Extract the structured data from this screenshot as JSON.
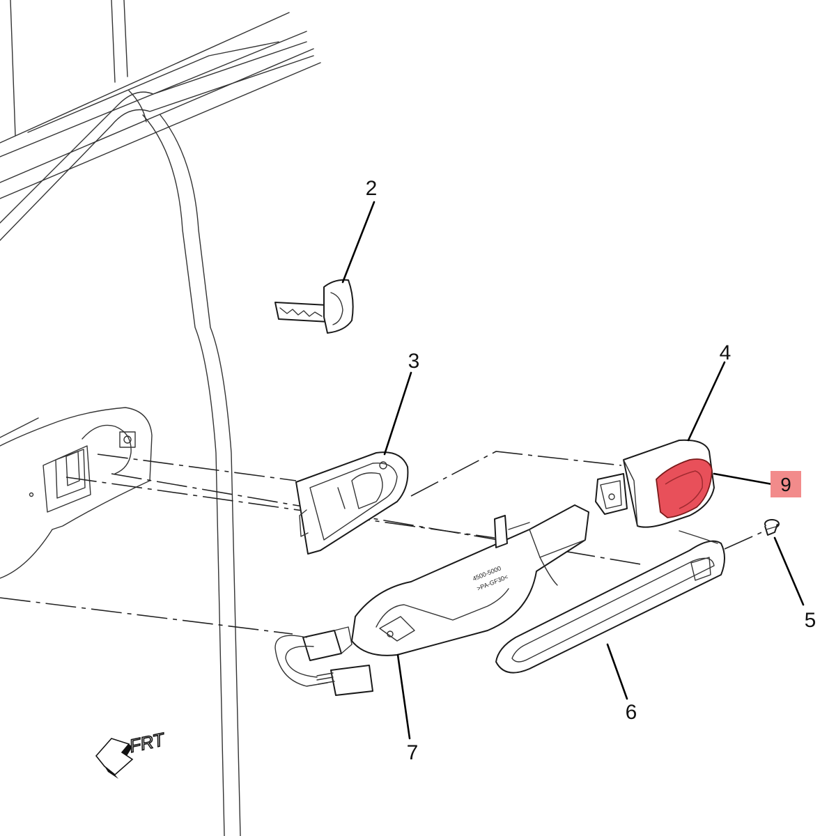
{
  "callouts": {
    "c2": "2",
    "c3": "3",
    "c4": "4",
    "c5": "5",
    "c6": "6",
    "c7": "7",
    "c9": "9"
  },
  "highlight": {
    "part": "9",
    "color": "#f28b8b"
  },
  "direction_label": "FRT",
  "part_markings": {
    "line1": "4500-5000",
    "line2": ">PA-GF30<"
  },
  "colors": {
    "line": "#1a1a1a",
    "highlight_fill": "#e8505a",
    "highlight_box": "#f28b8b"
  }
}
